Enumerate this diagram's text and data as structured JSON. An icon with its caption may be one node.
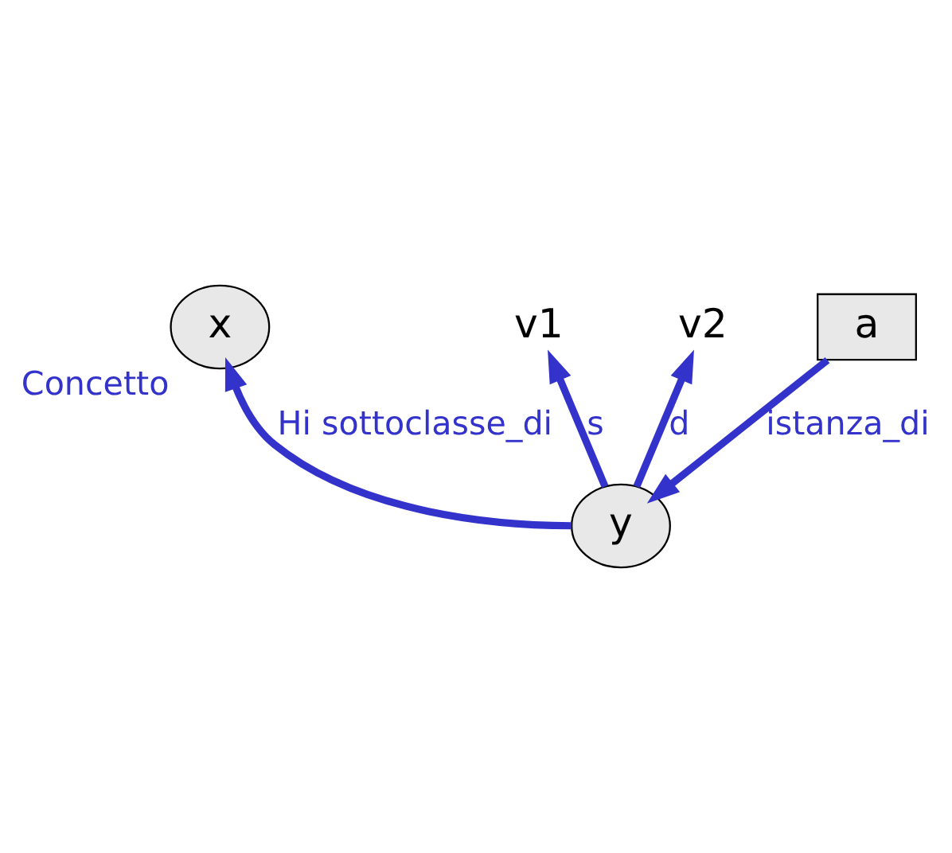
{
  "diagram": {
    "nodes": [
      {
        "text": [
          "x"
        ],
        "beside": [
          "Concetto"
        ]
      },
      {
        "text": [
          "y"
        ]
      },
      {
        "text": [
          "v1"
        ]
      },
      {
        "text": [
          "v2"
        ]
      },
      {
        "text": [
          "a"
        ]
      }
    ],
    "edges": [
      {
        "from": 1,
        "to": 0,
        "arrow": "to",
        "label": "Hi sottoclasse_di"
      },
      {
        "from": 1,
        "to": 2,
        "arrow": "to",
        "label": "s"
      },
      {
        "from": 1,
        "to": 3,
        "arrow": "to",
        "label": "d"
      },
      {
        "from": 4,
        "to": 1,
        "arrow": "to",
        "label": "istanza_di"
      }
    ]
  }
}
